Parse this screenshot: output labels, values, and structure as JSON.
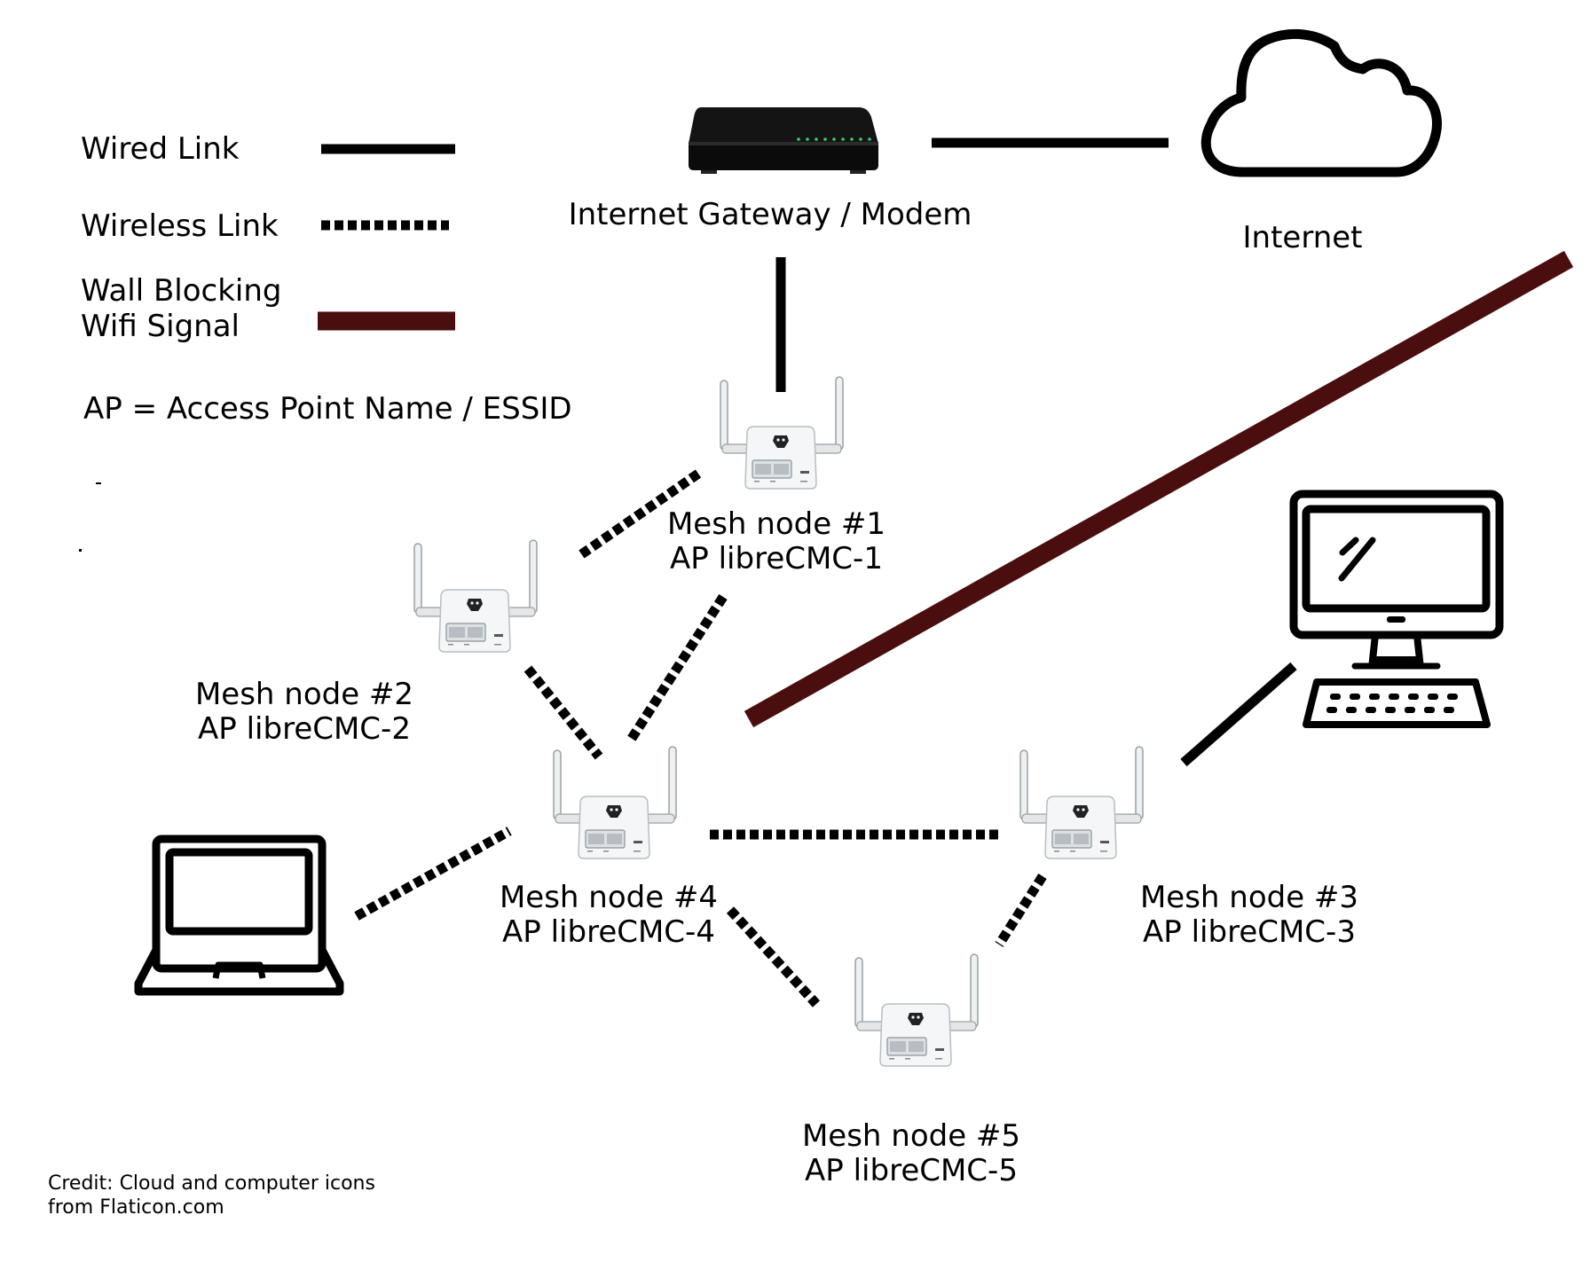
{
  "legend": {
    "wired_label": "Wired Link",
    "wireless_label": "Wireless Link",
    "wall_label_line1": "Wall Blocking",
    "wall_label_line2": "Wifi Signal",
    "ap_note": "AP = Access Point Name / ESSID"
  },
  "gateway": {
    "label": "Internet Gateway / Modem"
  },
  "internet": {
    "label": "Internet"
  },
  "nodes": [
    {
      "name": "Mesh node #1",
      "ap": "AP libreCMC-1"
    },
    {
      "name": "Mesh node #2",
      "ap": "AP libreCMC-2"
    },
    {
      "name": "Mesh node #3",
      "ap": "AP libreCMC-3"
    },
    {
      "name": "Mesh node #4",
      "ap": "AP libreCMC-4"
    },
    {
      "name": "Mesh node #5",
      "ap": "AP libreCMC-5"
    }
  ],
  "credit": {
    "line1": "Credit: Cloud and computer icons",
    "line2": "from Flaticon.com"
  },
  "colors": {
    "line": "#000000",
    "wall": "#4a0e0e",
    "router_body": "#f2f4f5",
    "modem_body": "#141414",
    "modem_led": "#2fd36a"
  }
}
